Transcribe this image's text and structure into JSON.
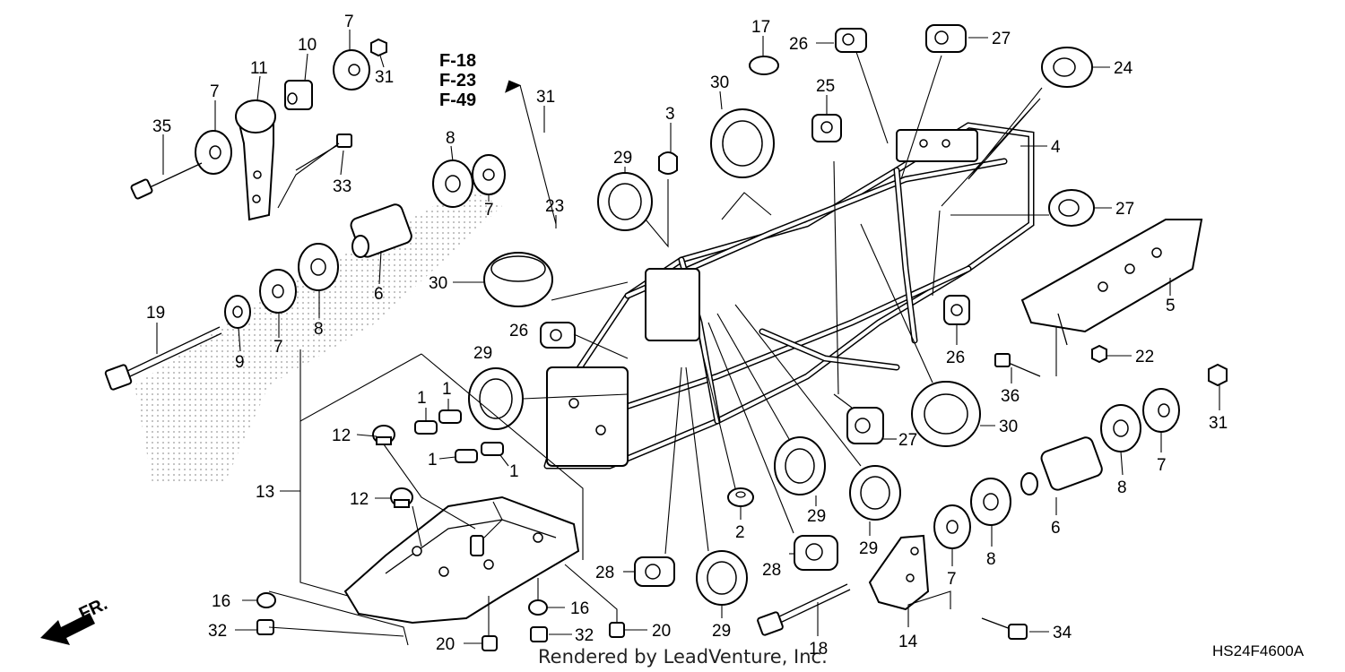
{
  "diagram": {
    "cross_refs": [
      "F-18",
      "F-23",
      "F-49"
    ],
    "diagram_code": "HS24F4600A",
    "direction_label": "FR.",
    "watermark": "Rendered by LeadVenture, Inc.",
    "callouts": [
      {
        "id": "c7a",
        "label": "7"
      },
      {
        "id": "c10",
        "label": "10"
      },
      {
        "id": "c31a",
        "label": "31"
      },
      {
        "id": "c11",
        "label": "11"
      },
      {
        "id": "c7b",
        "label": "7"
      },
      {
        "id": "c35",
        "label": "35"
      },
      {
        "id": "c33",
        "label": "33"
      },
      {
        "id": "c8a",
        "label": "8"
      },
      {
        "id": "c7c",
        "label": "7"
      },
      {
        "id": "c6a",
        "label": "6"
      },
      {
        "id": "c8b",
        "label": "8"
      },
      {
        "id": "c7d",
        "label": "7"
      },
      {
        "id": "c9",
        "label": "9"
      },
      {
        "id": "c19",
        "label": "19"
      },
      {
        "id": "c31b",
        "label": "31"
      },
      {
        "id": "c23",
        "label": "23"
      },
      {
        "id": "c30a",
        "label": "30"
      },
      {
        "id": "c29a",
        "label": "29"
      },
      {
        "id": "c3",
        "label": "3"
      },
      {
        "id": "c30b",
        "label": "30"
      },
      {
        "id": "c17",
        "label": "17"
      },
      {
        "id": "c26a",
        "label": "26"
      },
      {
        "id": "c27a",
        "label": "27"
      },
      {
        "id": "c24",
        "label": "24"
      },
      {
        "id": "c25",
        "label": "25"
      },
      {
        "id": "c4",
        "label": "4"
      },
      {
        "id": "c27b",
        "label": "27"
      },
      {
        "id": "c5",
        "label": "5"
      },
      {
        "id": "c26b",
        "label": "26"
      },
      {
        "id": "c29b",
        "label": "29"
      },
      {
        "id": "c1a",
        "label": "1"
      },
      {
        "id": "c1b",
        "label": "1"
      },
      {
        "id": "c1c",
        "label": "1"
      },
      {
        "id": "c1d",
        "label": "1"
      },
      {
        "id": "c12a",
        "label": "12"
      },
      {
        "id": "c12b",
        "label": "12"
      },
      {
        "id": "c13",
        "label": "13"
      },
      {
        "id": "c16a",
        "label": "16"
      },
      {
        "id": "c32a",
        "label": "32"
      },
      {
        "id": "c20a",
        "label": "20"
      },
      {
        "id": "c16b",
        "label": "16"
      },
      {
        "id": "c32b",
        "label": "32"
      },
      {
        "id": "c20b",
        "label": "20"
      },
      {
        "id": "c28a",
        "label": "28"
      },
      {
        "id": "c29c",
        "label": "29"
      },
      {
        "id": "c2",
        "label": "2"
      },
      {
        "id": "c29d",
        "label": "29"
      },
      {
        "id": "c28b",
        "label": "28"
      },
      {
        "id": "c29e",
        "label": "29"
      },
      {
        "id": "c27c",
        "label": "27"
      },
      {
        "id": "c30c",
        "label": "30"
      },
      {
        "id": "c26c",
        "label": "26"
      },
      {
        "id": "c22",
        "label": "22"
      },
      {
        "id": "c36",
        "label": "36"
      },
      {
        "id": "c31c",
        "label": "31"
      },
      {
        "id": "c7e",
        "label": "7"
      },
      {
        "id": "c8c",
        "label": "8"
      },
      {
        "id": "c6b",
        "label": "6"
      },
      {
        "id": "c8d",
        "label": "8"
      },
      {
        "id": "c7f",
        "label": "7"
      },
      {
        "id": "c18",
        "label": "18"
      },
      {
        "id": "c14",
        "label": "14"
      },
      {
        "id": "c34",
        "label": "34"
      }
    ]
  }
}
